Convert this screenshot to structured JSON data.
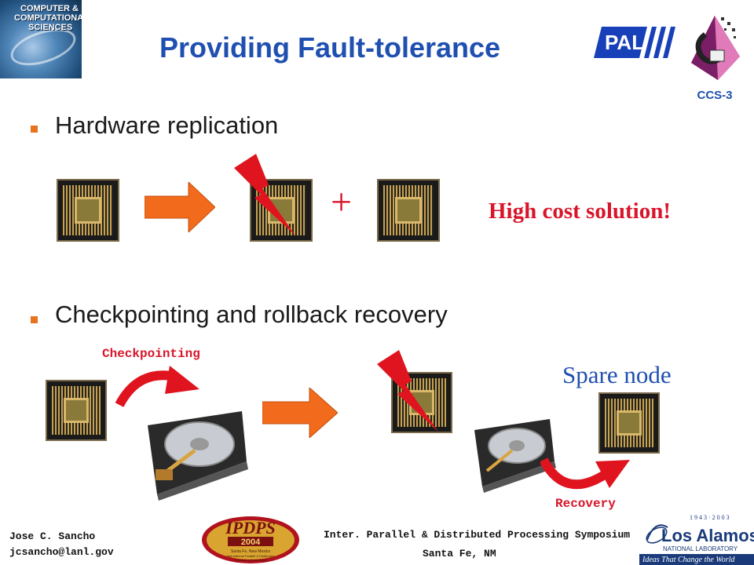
{
  "logos": {
    "ccs_line1": "COMPUTER &",
    "ccs_line2": "COMPUTATIONAL",
    "ccs_line3": "SCIENCES",
    "pal": "PAL",
    "ipdps_name": "IPDPS",
    "ipdps_year": "2004",
    "ipdps_place": "Santa Fe, New Mexico",
    "ipdps_sub1": "International Parallel & Distributed",
    "ipdps_sub2": "Processing Symposium",
    "lanl_years": "1 9 4 3 · 2 0 0 3",
    "lanl_name": "Los Alamos",
    "lanl_lab": "NATIONAL LABORATORY",
    "lanl_tagline": "Ideas That Change the World"
  },
  "header": {
    "title": "Providing Fault-tolerance",
    "ccs_label": "CCS-3"
  },
  "bullets": [
    {
      "text": "Hardware replication"
    },
    {
      "text": "Checkpointing and rollback recovery"
    }
  ],
  "diagram": {
    "plus": "+",
    "cost_note": "High cost solution!",
    "checkpointing_label": "Checkpointing",
    "spare_node_label": "Spare node",
    "recovery_label": "Recovery"
  },
  "footer": {
    "author": "Jose C. Sancho",
    "email": "jcsancho@lanl.gov",
    "symposium": "Inter. Parallel & Distributed Processing Symposium",
    "location": "Santa Fe, NM"
  },
  "colors": {
    "title_blue": "#1f4fb0",
    "accent_red": "#d8152a",
    "arrow_orange": "#f26a1b",
    "bullet_orange": "#e8731f"
  }
}
